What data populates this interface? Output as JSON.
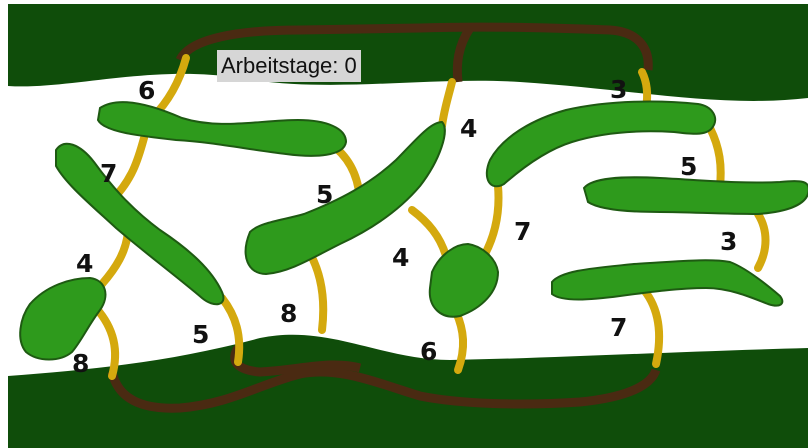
{
  "hud": {
    "workdays_label": "Arbeitstage:",
    "workdays_value": "0"
  },
  "bridge_costs": [
    "6",
    "7",
    "4",
    "8",
    "5",
    "5",
    "8",
    "4",
    "4",
    "7",
    "6",
    "3",
    "5",
    "3",
    "7"
  ],
  "colors": {
    "water": "#ffffff",
    "riverbank": "#0f4d0a",
    "island": "#2e9a1c",
    "island_outline": "#1e5a12",
    "bridge": "#d4a90e",
    "road": "#4a2a12"
  }
}
